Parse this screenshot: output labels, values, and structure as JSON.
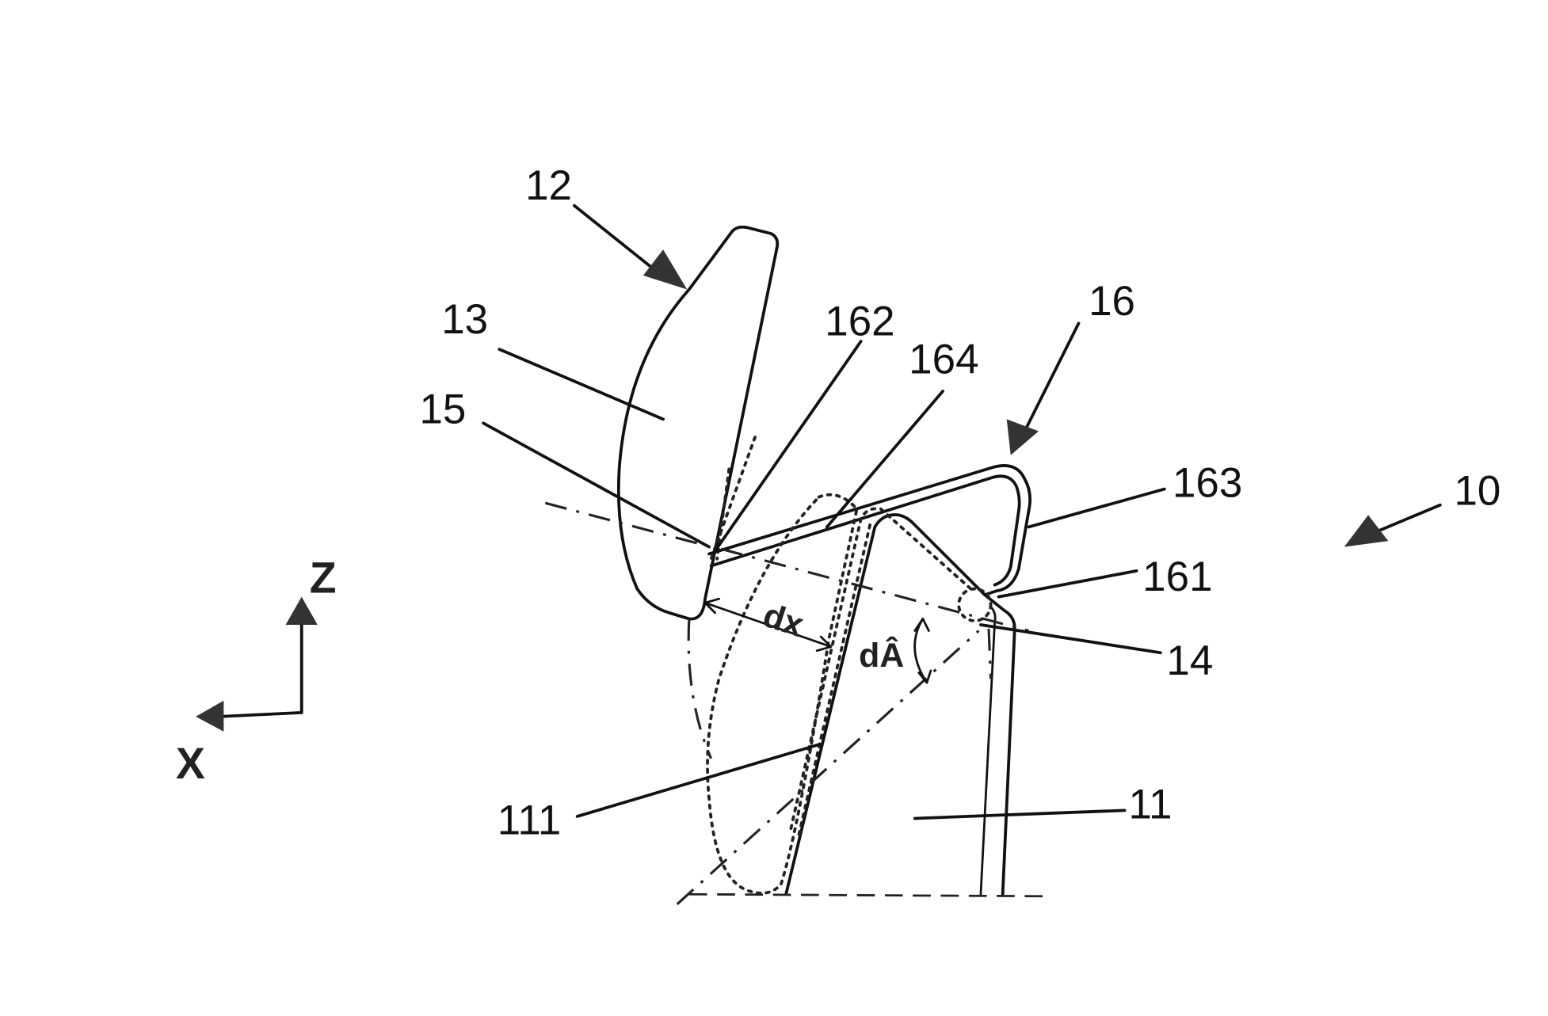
{
  "figure": {
    "reference_numerals": {
      "device": "10",
      "base_member": "11",
      "base_front_edge": "111",
      "headrest": "12",
      "headrest_body": "13",
      "pivot_point": "14",
      "lower_edge": "15",
      "bracket": "16",
      "bracket_end_lower": "161",
      "bracket_end_upper": "162",
      "bracket_bend": "163",
      "bracket_upper_arm": "164"
    },
    "dimension_labels": {
      "displacement": "dx",
      "angle": "dÂ"
    },
    "axes": {
      "vertical": "Z",
      "horizontal": "X"
    }
  }
}
